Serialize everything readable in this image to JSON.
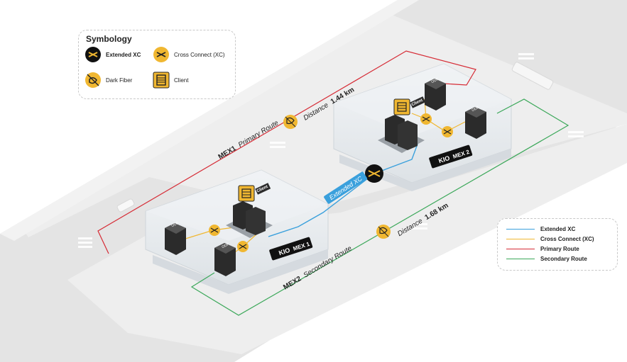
{
  "symbology": {
    "title": "Symbology",
    "items": [
      {
        "label": "Extended XC",
        "icon": "extended-xc-icon"
      },
      {
        "label": "Cross Connect (XC)",
        "icon": "cross-connect-icon"
      },
      {
        "label": "Dark Fiber",
        "icon": "dark-fiber-icon"
      },
      {
        "label": "Client",
        "icon": "client-icon"
      }
    ]
  },
  "legend": {
    "items": [
      {
        "label": "Extended XC",
        "color": "#3aa0dc"
      },
      {
        "label": "Cross Connect (XC)",
        "color": "#f0b731"
      },
      {
        "label": "Primary Route",
        "color": "#d62b35"
      },
      {
        "label": "Secondary Route",
        "color": "#3ca85a"
      }
    ]
  },
  "routes": {
    "primary": {
      "site": "MEX1",
      "label": "Primary Route",
      "distance_label": "Distance",
      "distance": "1.44 km"
    },
    "secondary": {
      "site": "MEX2",
      "label": "Secondary Route",
      "distance_label": "Distance",
      "distance": "1.68 km"
    },
    "extended": {
      "label": "Extended XC"
    }
  },
  "sites": {
    "mex1": {
      "brand": "KIO",
      "name": "MEX 1"
    },
    "mex2": {
      "brand": "KIO",
      "name": "MEX 2"
    }
  },
  "labels": {
    "odf": "ODF",
    "client": "Client"
  },
  "colors": {
    "extended": "#3aa0dc",
    "xc": "#f0b731",
    "primary": "#d62b35",
    "secondary": "#3ca85a",
    "badge": "#f0b731",
    "street": "#e3e3e3",
    "block": "#efefef"
  }
}
